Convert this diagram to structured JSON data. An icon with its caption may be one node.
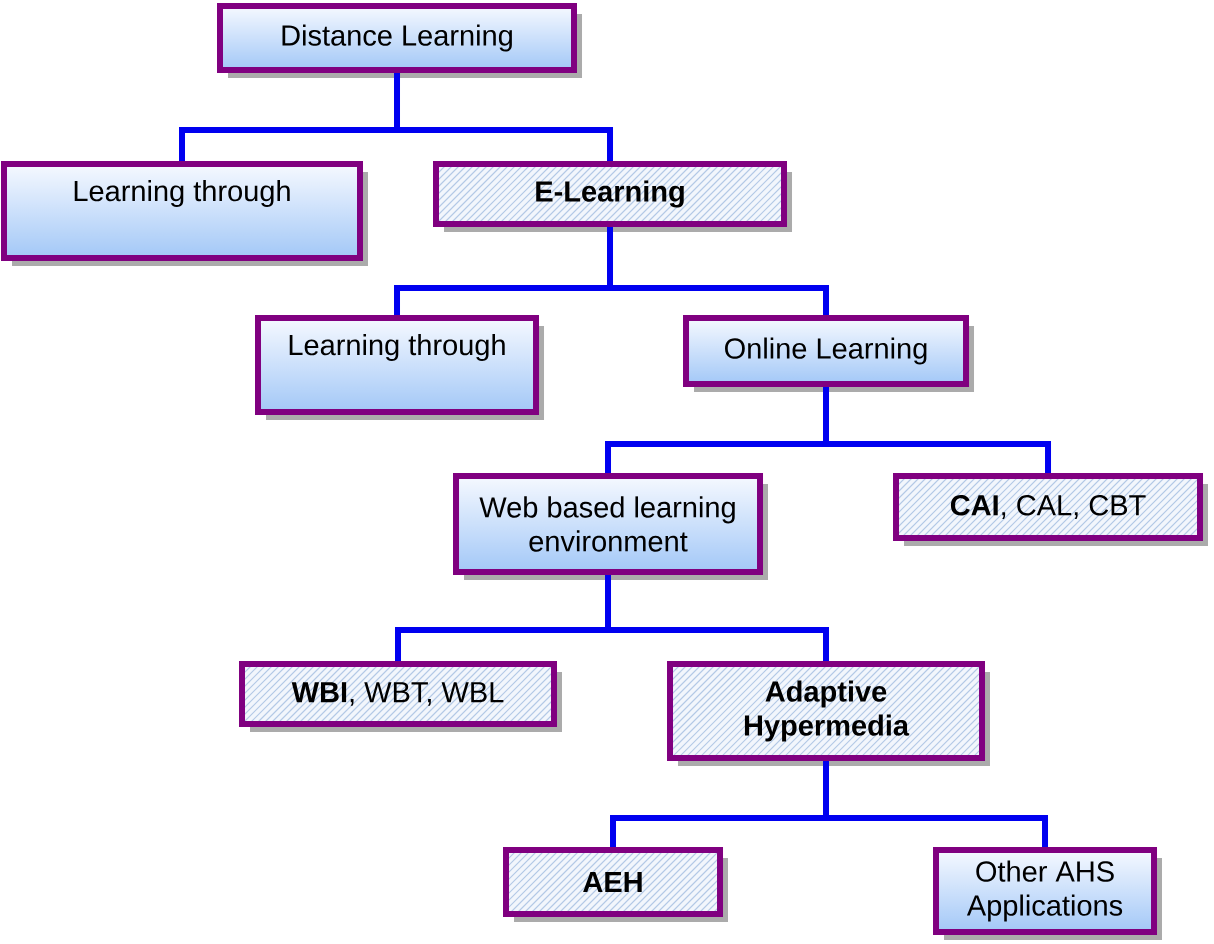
{
  "diagram": {
    "nodes": [
      {
        "text": [
          "Distance Learning"
        ]
      },
      {
        "text": [
          "Learning through"
        ]
      },
      {
        "text": [
          "E-Learning"
        ]
      },
      {
        "text": [
          "Learning through"
        ]
      },
      {
        "text": [
          "Online Learning"
        ]
      },
      {
        "text": [
          "Web based learning environment"
        ]
      },
      {
        "text": [
          "**CAI**, CAL, CBT"
        ]
      },
      {
        "text": [
          "**WBI**, WBT, WBL"
        ]
      },
      {
        "text": [
          "Adaptive Hypermedia"
        ]
      },
      {
        "text": [
          "AEH"
        ]
      },
      {
        "text": [
          "Other AHS Applications"
        ]
      }
    ],
    "edges": [
      {
        "from": 0,
        "to": 1,
        "arrow": "none"
      },
      {
        "from": 0,
        "to": 2,
        "arrow": "none"
      },
      {
        "from": 2,
        "to": 3,
        "arrow": "none"
      },
      {
        "from": 2,
        "to": 4,
        "arrow": "none"
      },
      {
        "from": 4,
        "to": 5,
        "arrow": "none"
      },
      {
        "from": 4,
        "to": 6,
        "arrow": "none"
      },
      {
        "from": 5,
        "to": 7,
        "arrow": "none"
      },
      {
        "from": 5,
        "to": 8,
        "arrow": "none"
      },
      {
        "from": 8,
        "to": 9,
        "arrow": "none"
      },
      {
        "from": 8,
        "to": 10,
        "arrow": "none"
      }
    ]
  }
}
